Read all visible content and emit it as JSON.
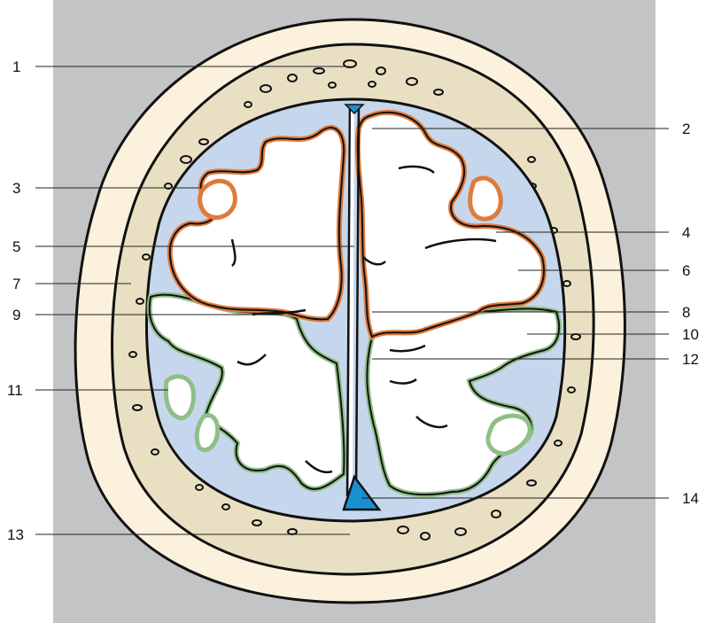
{
  "colors": {
    "background": "#c3c4c6",
    "scalp": "#fbf1dc",
    "skull": "#e9e0c4",
    "csf": "#c6d6ec",
    "white_matter": "#ffffff",
    "frontal_cortex": "#e07a3c",
    "parietal_cortex": "#8fbf86",
    "ventricle": "#1a8fd0",
    "outline": "#111111"
  },
  "labels": [
    {
      "id": "1",
      "text": "1"
    },
    {
      "id": "2",
      "text": "2"
    },
    {
      "id": "3",
      "text": "3"
    },
    {
      "id": "4",
      "text": "4"
    },
    {
      "id": "5",
      "text": "5"
    },
    {
      "id": "6",
      "text": "6"
    },
    {
      "id": "7",
      "text": "7"
    },
    {
      "id": "8",
      "text": "8"
    },
    {
      "id": "9",
      "text": "9"
    },
    {
      "id": "10",
      "text": "10"
    },
    {
      "id": "11",
      "text": "11"
    },
    {
      "id": "12",
      "text": "12"
    },
    {
      "id": "13",
      "text": "13"
    },
    {
      "id": "14",
      "text": "14"
    }
  ]
}
